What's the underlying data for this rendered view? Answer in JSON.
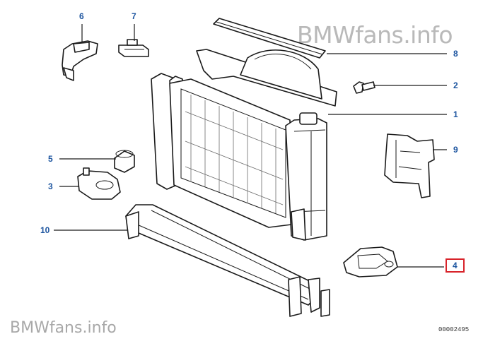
{
  "watermark": {
    "top": "BMWfans.info",
    "bottom": "BMWfans.info"
  },
  "diagram_code": "00002495",
  "callouts": {
    "c1": "1",
    "c2": "2",
    "c3": "3",
    "c4": "4",
    "c5": "5",
    "c6": "6",
    "c7": "7",
    "c8": "8",
    "c9": "9",
    "c10": "10"
  },
  "colors": {
    "callout_text": "#1e56a0",
    "highlight_box": "#d8232a",
    "watermark": "#b9b9b9",
    "line": "#1a1a1a"
  },
  "highlighted_callout": "4"
}
